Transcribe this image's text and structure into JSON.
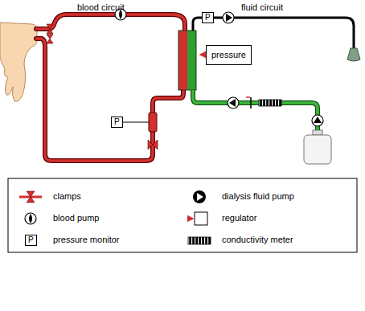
{
  "diagram": {
    "nodes": [
      {
        "text": [
          "P"
        ]
      },
      {
        "text": [
          "pressure"
        ]
      },
      {
        "text": [
          "P"
        ]
      }
    ],
    "labels": [
      "blood circuit",
      "fluid circuit",
      "P"
    ],
    "legend": [
      {
        "text": "clamps"
      },
      {
        "text": "dialysis fluid pump"
      },
      {
        "text": "blood pump"
      },
      {
        "text": "regulator"
      },
      {
        "text": "pressure monitor"
      },
      {
        "text": "conductivity meter"
      }
    ]
  }
}
